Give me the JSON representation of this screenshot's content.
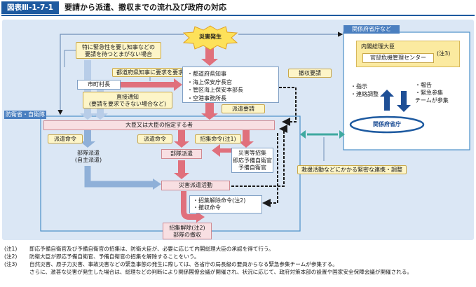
{
  "header": {
    "label": "図表Ⅲ-1-7-1",
    "title": "要請から派遣、撤収までの流れ及び政府の対応"
  },
  "labels": {
    "disaster": "災害発生",
    "urgent_cond_1": "特に緊急性を要し知事などの",
    "urgent_cond_2": "要請を待つとまがない場合",
    "request_to_governor": "都道府県知事に要求を要求",
    "mayor": "市町村長",
    "direct_notice_1": "直接通知",
    "direct_notice_2": "(要請を要求できない場合など)",
    "requesters": [
      "・都道府県知事",
      "・海上保安庁長官",
      "・管区海上保安本部長",
      "・空港事務所長"
    ],
    "withdrawal_request": "撤収要請",
    "dispatch_request": "派遣要請",
    "mod_sdf": "防衛省・自衛隊",
    "minister_bar": "大臣又は大臣の指定する者",
    "order_dispatch_1": "派遣命令",
    "order_dispatch_2": "派遣命令",
    "call_order": "招集命令(注1)",
    "unit_dispatch_self_1": "部隊派遣",
    "unit_dispatch_self_2": "(自主派遣)",
    "unit_dispatch": "部隊派遣",
    "reserve_1": "災害等招集",
    "reserve_2": "即応予備自衛官",
    "reserve_3": "予備自衛官",
    "relief_activity": "災害派遣活動",
    "release_order": "・招集解除命令(注2)",
    "withdraw_order": "・撤収命令",
    "release_1": "招集解除(注2)",
    "release_2": "部隊の撤収",
    "cabinet_ministries": "関係府省庁など",
    "pm": "内閣総理大臣",
    "crisis_center": "官邸危機管理センター",
    "note3_mark": "(注3)",
    "instruct_1": "・指示",
    "instruct_2": "・連絡調整",
    "report_1": "・報告",
    "report_2": "・緊急参集",
    "report_3": "チームが参集",
    "ministries": "関係府省庁",
    "coordination": "救援活動などにかかる緊密な連携・調整"
  },
  "notes": [
    {
      "mark": "(注1)",
      "text": "即応予備自衛官及び予備自衛官の招集は、防衛大臣が、必要に応じて内閣総理大臣の承認を得て行う。"
    },
    {
      "mark": "(注2)",
      "text": "防衛大臣が即応予備自衛官、予備自衛官の招集を解除することをいう。"
    },
    {
      "mark": "(注3)",
      "text": "自然災害、原子力災害、事故災害などの緊急事態の発生に際しては、各省庁の局長級の要員からなる緊急参集チームが参集する。"
    },
    {
      "mark": "",
      "text": "さらに、激甚な災害が発生した場合は、総理などの判断により関係閣僚会議が開催され、状況に応じて、政府対策本部の設置や国家安全保障会議が開催される。"
    }
  ],
  "colors": {
    "accent_blue": "#1e5aa0",
    "panel_bg": "#dbe7f5",
    "arrow_pink": "#e0707c",
    "arrow_blue": "#8fb0d8",
    "dark_blue": "#1e4f96",
    "teal": "#3fa9a0"
  }
}
